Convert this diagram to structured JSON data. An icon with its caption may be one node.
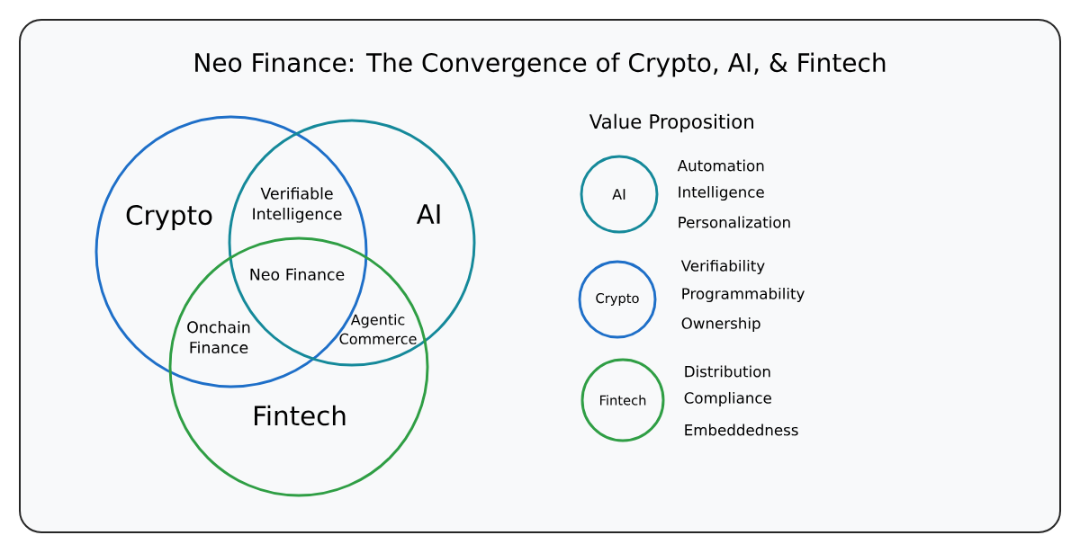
{
  "diagram": {
    "title": "Neo Finance: The Convergence of Crypto, AI, & Fintech",
    "nodes": [
      {
        "text": [
          "Crypto"
        ]
      },
      {
        "text": [
          "AI"
        ]
      },
      {
        "text": [
          "Fintech"
        ]
      },
      {
        "text": [
          "AI"
        ],
        "beside": [
          "Automation",
          "Intelligence",
          "Personalization"
        ]
      },
      {
        "text": [
          "Crypto"
        ],
        "beside": [
          "Verifiability",
          "Programmability",
          "Ownership"
        ]
      },
      {
        "text": [
          "Fintech"
        ],
        "beside": [
          "Distribution",
          "Compliance",
          "Embeddedness"
        ]
      }
    ],
    "edges": [],
    "labels": [
      "Value Proposition",
      "Verifiable Intelligence",
      "Neo Finance",
      "Onchain Finance",
      "Agentic Commerce"
    ]
  }
}
